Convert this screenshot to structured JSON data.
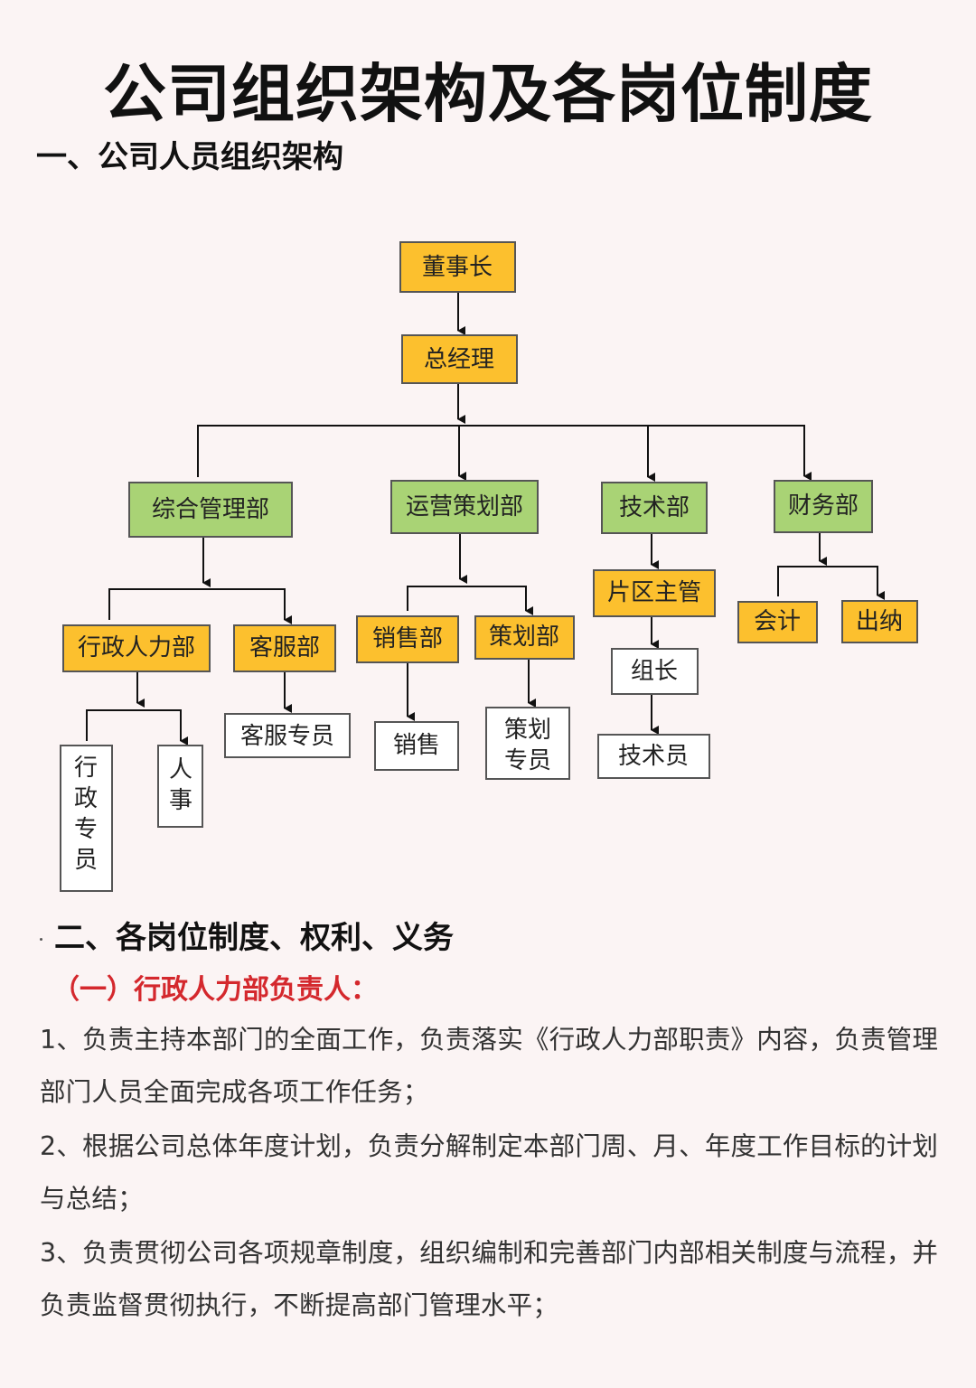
{
  "title": "公司组织架构及各岗位制度",
  "section1": "一、公司人员组织架构",
  "org": {
    "chairman": "董事长",
    "gm": "总经理",
    "dept_admin": "综合管理部",
    "dept_ops": "运营策划部",
    "dept_tech": "技术部",
    "dept_finance": "财务部",
    "admin_hr": "行政人力部",
    "customer_service": "客服部",
    "sales_dept": "销售部",
    "planning_dept": "策划部",
    "area_manager": "片区主管",
    "accounting": "会计",
    "cashier": "出纳",
    "admin_staff": [
      "行",
      "政",
      "专",
      "员"
    ],
    "hr": [
      "人",
      "事"
    ],
    "cs_staff": "客服专员",
    "sales": "销售",
    "planning_staff": [
      "策划",
      "专员"
    ],
    "team_leader": "组长",
    "technician": "技术员"
  },
  "colors": {
    "yellow_fill": "#fcc02e",
    "green_fill": "#a9d375",
    "white_fill": "#ffffff",
    "box_border": "#555555"
  },
  "section2": "二、各岗位制度、权利、义务",
  "subsection1": "（一）行政人力部负责人：",
  "paragraphs": [
    "1、负责主持本部门的全面工作，负责落实《行政人力部职责》内容，负责管理部门人员全面完成各项工作任务；",
    "2、根据公司总体年度计划，负责分解制定本部门周、月、年度工作目标的计划与总结；",
    "3、负责贯彻公司各项规章制度，组织编制和完善部门内部相关制度与流程，并负责监督贯彻执行，不断提高部门管理水平；"
  ]
}
